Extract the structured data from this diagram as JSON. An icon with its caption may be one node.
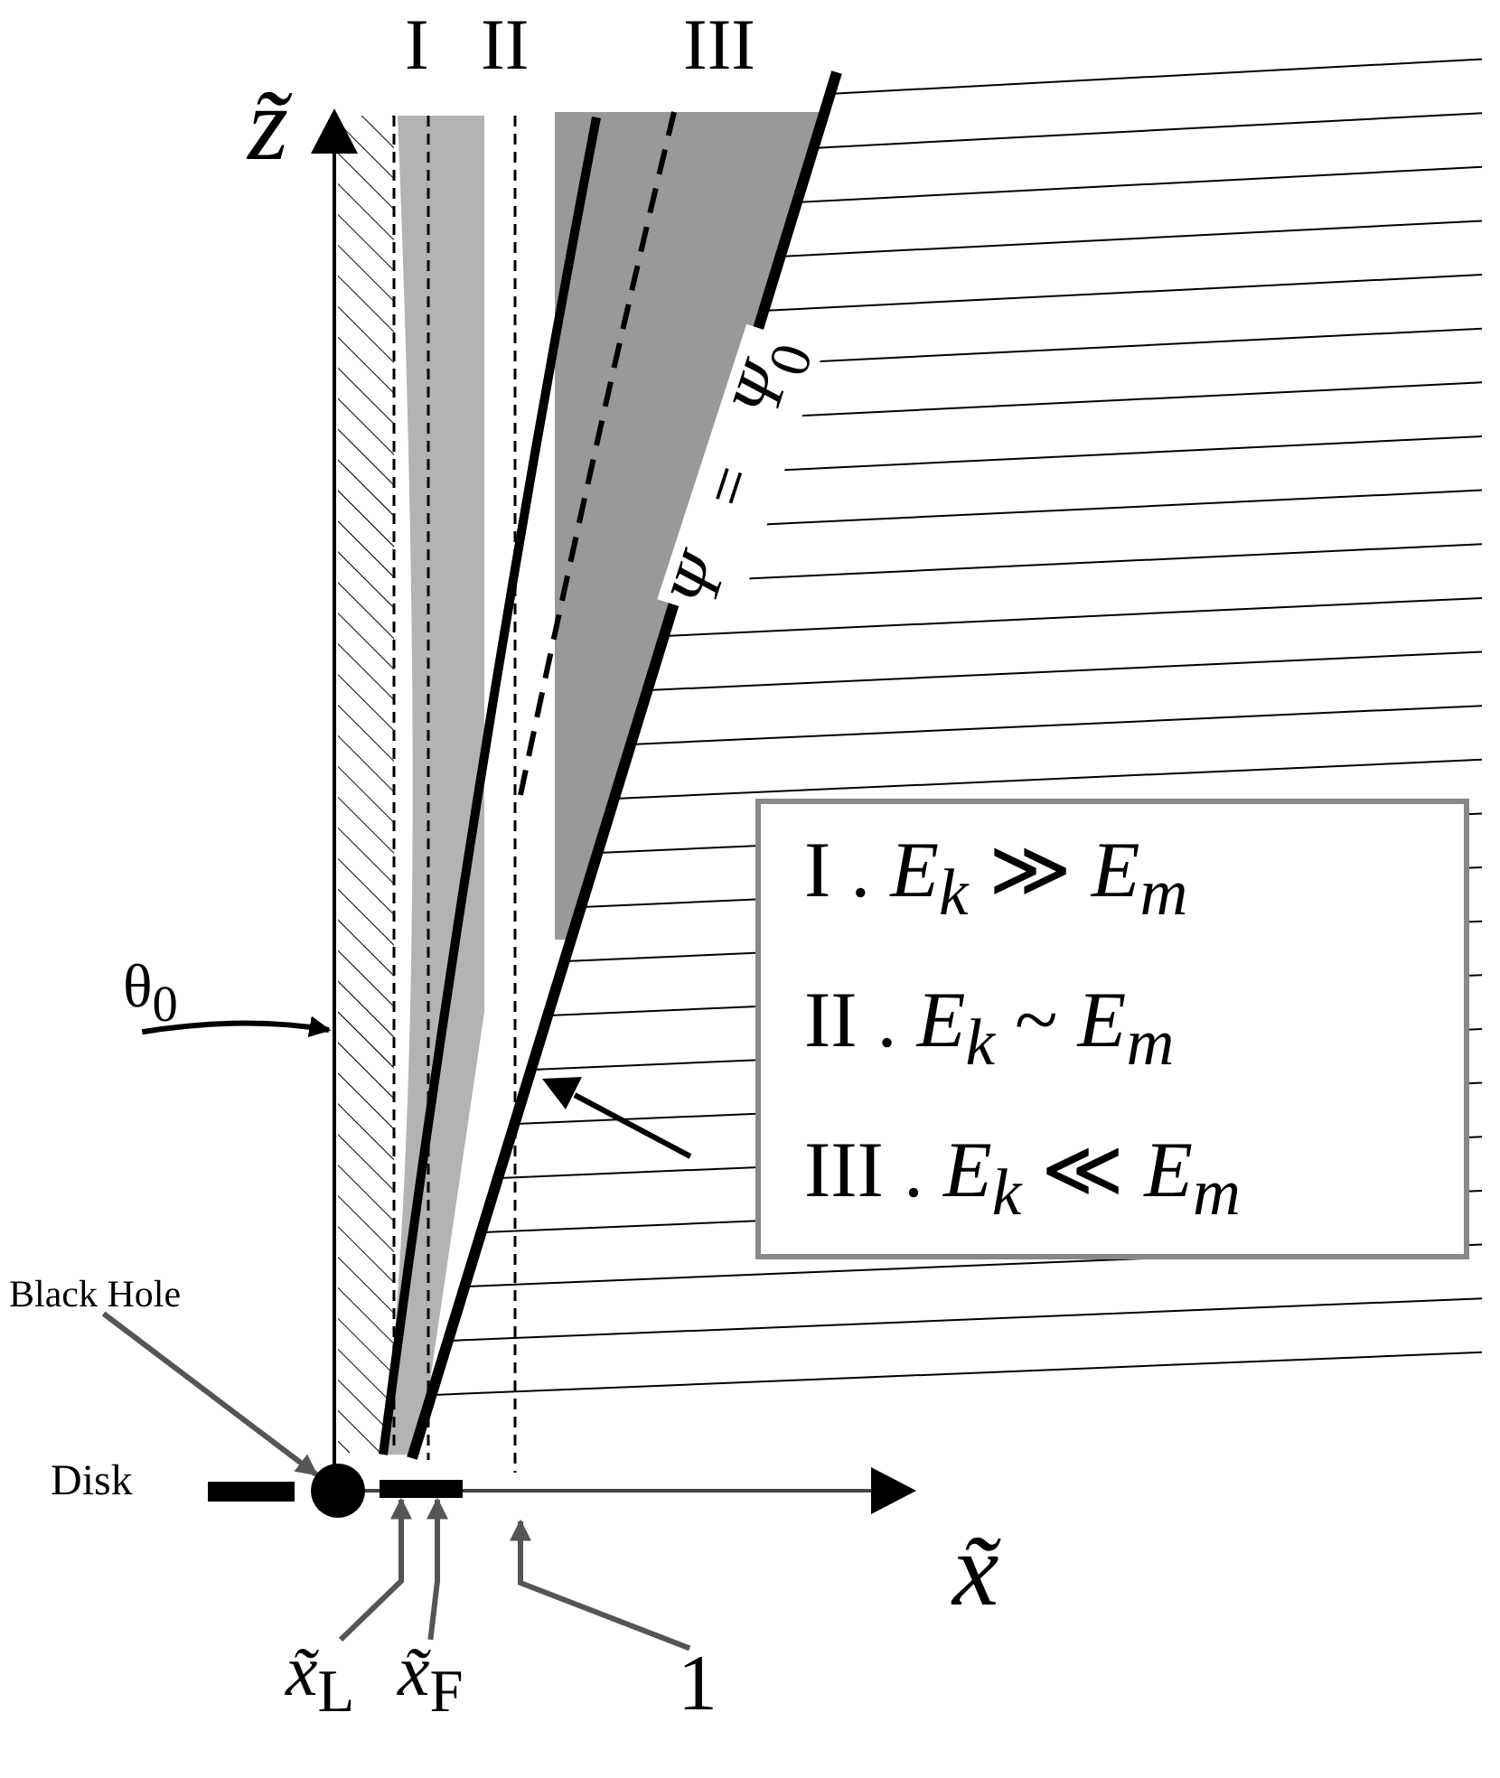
{
  "diagram": {
    "nodes": [
      {
        "text": [
          "Black Hole"
        ]
      },
      {
        "text": [],
        "shape": "circle"
      },
      {
        "text": [
          "θ$_{0}$"
        ]
      },
      {
        "text": [
          "x̃$_{L}$"
        ]
      },
      {
        "text": [
          "x̃$_{F}$"
        ]
      },
      {
        "text": [
          "1"
        ]
      },
      {
        "text": [
          "I .  *E*$_{k}$ ≫ *E*$_{m}$",
          "II .  *E*$_{k}$ ~ *E*$_{m}$",
          "III .  *E*$_{k}$ ≪ *E*$_{m}$"
        ]
      },
      {
        "text": [],
        "shape": "bar"
      }
    ],
    "edges": [
      {
        "from": 0,
        "to": 1,
        "arrow": "to",
        "color": "#555555"
      },
      {
        "from": 2,
        "to": null,
        "arrow": "to"
      },
      {
        "from": 3,
        "to": 7,
        "arrow": "to",
        "color": "#555555"
      },
      {
        "from": 4,
        "to": 7,
        "arrow": "to",
        "color": "#555555"
      },
      {
        "from": 5,
        "to": null,
        "arrow": "to",
        "color": "#555555"
      }
    ],
    "labels": [
      "z̃",
      "I",
      "II",
      "III",
      "*Ψ* = *Ψ*$_{0}$",
      "Disk",
      "x̃"
    ]
  }
}
